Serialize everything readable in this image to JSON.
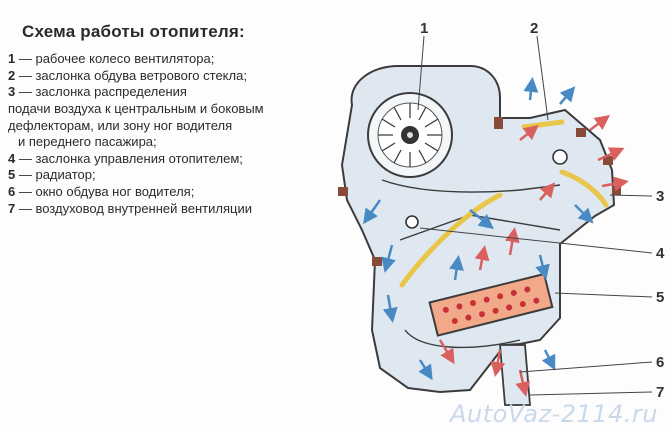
{
  "title": "Схема работы отопителя:",
  "legend": [
    {
      "num": "1",
      "text": " — рабочее колесо вентилятора;"
    },
    {
      "num": "2",
      "text": " — заслонка обдува ветрового стекла;"
    },
    {
      "num": "3",
      "text": " — заслонка распределения"
    },
    {
      "num": "",
      "text": "подачи воздуха к центральным и боковым"
    },
    {
      "num": "",
      "text": "дефлекторам, или зону ног водителя"
    },
    {
      "num": "",
      "text": "и переднего пасажира;"
    },
    {
      "num": "4",
      "text": " — заслонка управления отопителем;"
    },
    {
      "num": "5",
      "text": " — радиатор;"
    },
    {
      "num": "6",
      "text": " — окно обдува ног водителя;"
    },
    {
      "num": "7",
      "text": " — воздуховод внутренней вентиляции"
    }
  ],
  "callouts": [
    "1",
    "2",
    "3",
    "4",
    "5",
    "6",
    "7"
  ],
  "watermark": "AutoVaz-2114.ru",
  "colors": {
    "housing": "#dfe8f1",
    "outline": "#3b3b3b",
    "warm_arrow": "#d9605f",
    "cool_arrow": "#4a8ac4",
    "flap": "#e9c64a",
    "radiator": "#f2a98a"
  }
}
